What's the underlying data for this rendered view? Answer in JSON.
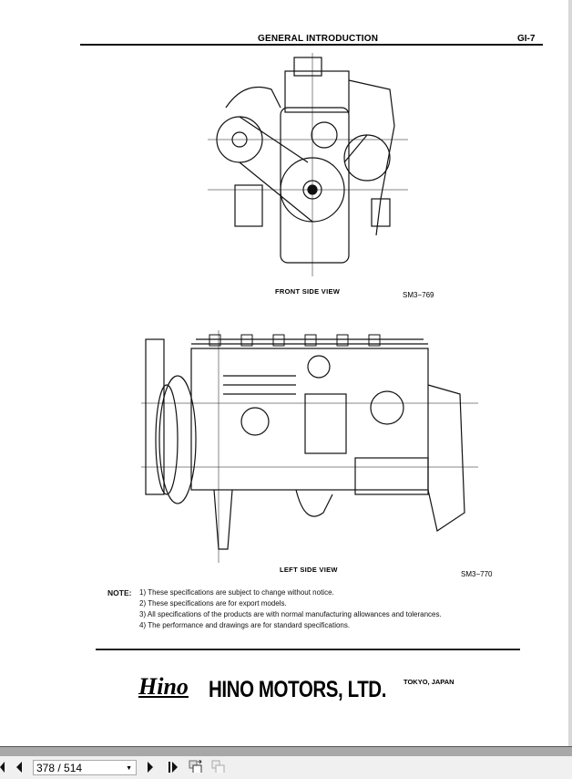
{
  "header": {
    "title": "GENERAL INTRODUCTION",
    "page_code": "GI-7"
  },
  "figures": [
    {
      "caption": "FRONT SIDE VIEW",
      "code": "SM3−769"
    },
    {
      "caption": "LEFT SIDE VIEW",
      "code": "SM3−770"
    }
  ],
  "notes": {
    "label": "NOTE:",
    "items": [
      "1) These specifications are subject to change without notice.",
      "2) These specifications are for export models.",
      "3) All specifications of the products are with normal manufacturing allowances and tolerances.",
      "4) The performance and drawings are for standard specifications."
    ]
  },
  "footer": {
    "logo": "Hino",
    "company": "HINO MOTORS, LTD.",
    "city": "TOKYO, JAPAN"
  },
  "toolbar": {
    "page_value": "378 / 514",
    "icons": [
      "first-page-icon",
      "prev-page-icon",
      "next-page-icon",
      "last-page-icon",
      "rotate-icon",
      "fit-icon"
    ]
  }
}
